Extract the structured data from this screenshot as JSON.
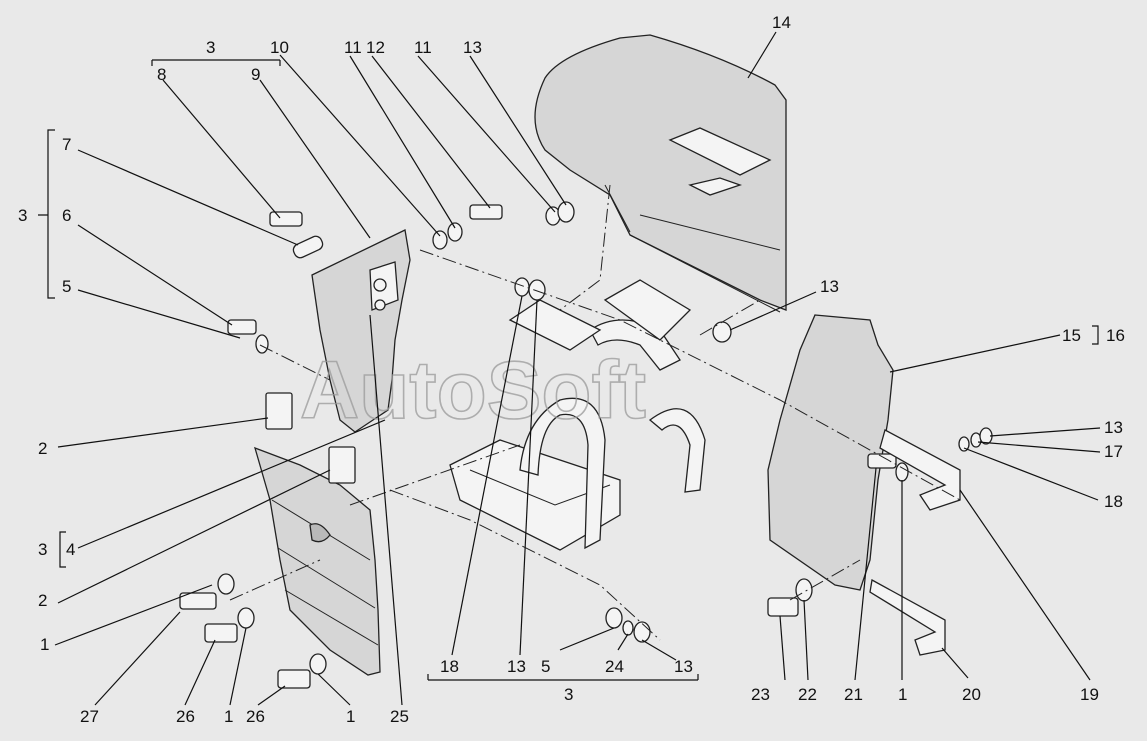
{
  "watermark": "AutoSoft",
  "labels": {
    "l3_top": "3",
    "l8": "8",
    "l9": "9",
    "l10": "10",
    "l11a": "11",
    "l12": "12",
    "l11b": "11",
    "l13_top": "13",
    "l14": "14",
    "l7": "7",
    "l3_left": "3",
    "l6": "6",
    "l5_left": "5",
    "l13_r1": "13",
    "l15": "15",
    "l16": "16",
    "l2_a": "2",
    "l3_b": "3",
    "l4": "4",
    "l2_b": "2",
    "l1_left": "1",
    "l13_r2": "13",
    "l17": "17",
    "l18_r": "18",
    "l27": "27",
    "l26_a": "26",
    "l1_a": "1",
    "l26_b": "26",
    "l1_b": "1",
    "l25": "25",
    "l18_bot": "18",
    "l13_bot1": "13",
    "l5_bot": "5",
    "l24": "24",
    "l13_bot2": "13",
    "l3_bot": "3",
    "l23": "23",
    "l22": "22",
    "l21": "21",
    "l1_r": "1",
    "l20": "20",
    "l19": "19"
  }
}
